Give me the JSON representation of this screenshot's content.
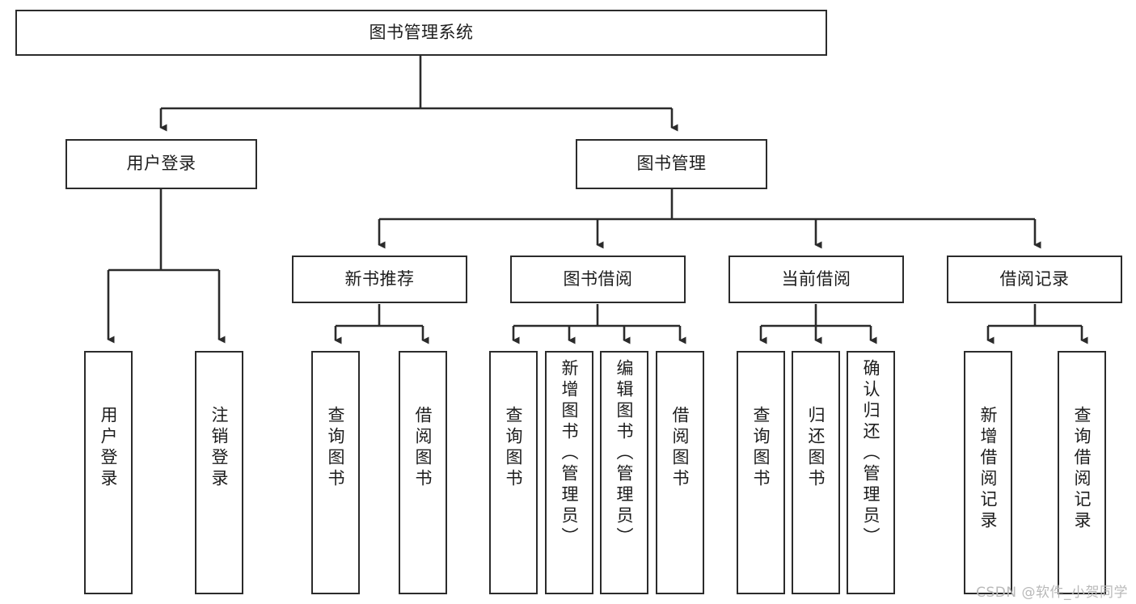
{
  "diagram": {
    "title": "图书管理系统",
    "type": "hierarchy-tree",
    "orientation": "top-down",
    "background_color": "#ffffff",
    "line_color": "#2b2b2b",
    "box_border_color": "#2b2b2b",
    "text_color": "#1d1d1d",
    "watermark": "CSDN @软件_小贺同学",
    "levels": 4,
    "nodes": {
      "root": {
        "label": "图书管理系统"
      },
      "level2": [
        {
          "label": "用户登录"
        },
        {
          "label": "图书管理"
        }
      ],
      "level3": [
        {
          "label": "新书推荐"
        },
        {
          "label": "图书借阅"
        },
        {
          "label": "当前借阅"
        },
        {
          "label": "借阅记录"
        }
      ],
      "leaves": {
        "user_login": [
          {
            "label": "用户登录"
          },
          {
            "label": "注销登录"
          }
        ],
        "new_book_rec": [
          {
            "label": "查询图书"
          },
          {
            "label": "借阅图书"
          }
        ],
        "book_borrow": [
          {
            "label": "查询图书"
          },
          {
            "label": "新增图书（管理员）"
          },
          {
            "label": "编辑图书（管理员）"
          },
          {
            "label": "借阅图书"
          }
        ],
        "current_borrow": [
          {
            "label": "查询图书"
          },
          {
            "label": "归还图书"
          },
          {
            "label": "确认归还（管理员）"
          }
        ],
        "borrow_record": [
          {
            "label": "新增借阅记录"
          },
          {
            "label": "查询借阅记录"
          }
        ]
      }
    }
  }
}
